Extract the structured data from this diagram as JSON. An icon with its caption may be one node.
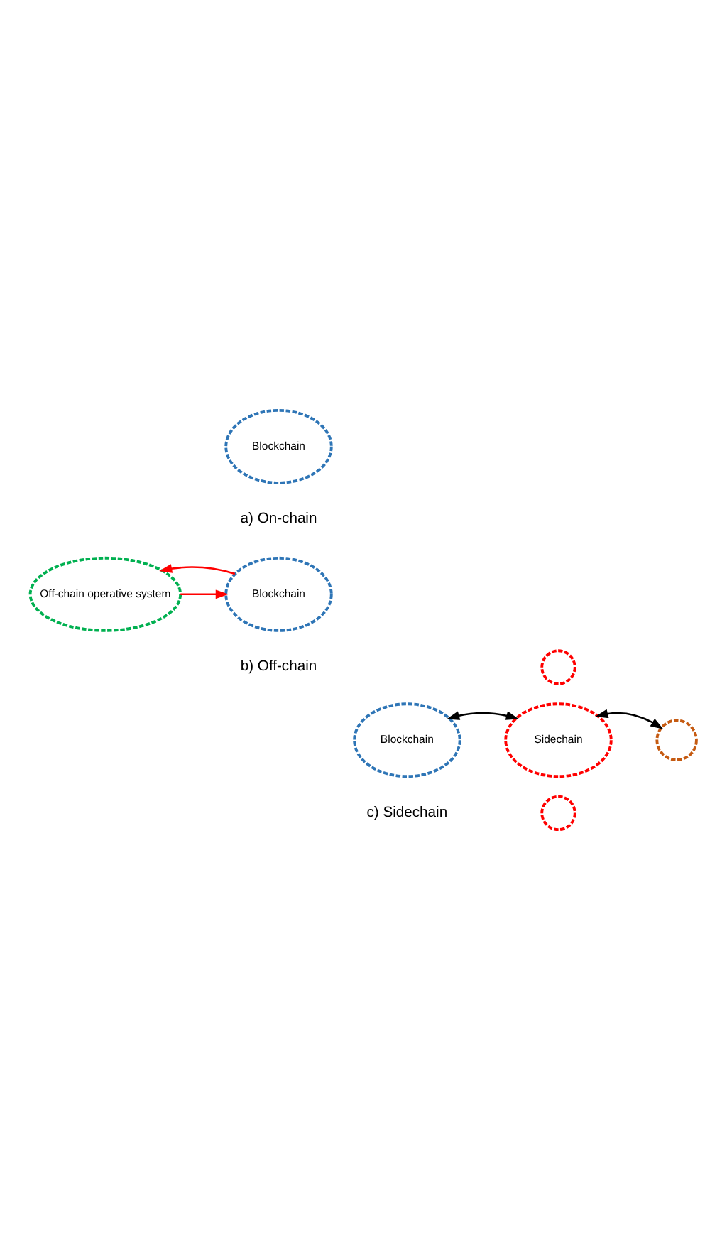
{
  "diagram": {
    "nodes": [
      {
        "text": [
          "Blockchain"
        ]
      },
      {
        "text": [
          "Blockchain"
        ]
      },
      {
        "text": [
          "Off-chain operative system"
        ]
      },
      {
        "text": [
          "Blockchain"
        ]
      },
      {
        "text": [
          "Sidechain"
        ]
      },
      {
        "text": [],
        "shape": "circle"
      },
      {
        "text": [],
        "shape": "circle"
      },
      {
        "text": [],
        "shape": "circle"
      }
    ],
    "edges": [
      {
        "from": 2,
        "to": 1,
        "arrow": "to",
        "color": "#ff0000"
      },
      {
        "from": 1,
        "to": 2,
        "arrow": "to",
        "color": "#ff0000"
      },
      {
        "from": 3,
        "to": 4,
        "arrow": "both",
        "color": "#000000"
      },
      {
        "from": 4,
        "to": 7,
        "arrow": "both",
        "color": "#000000"
      }
    ],
    "labels": [
      "a) On-chain",
      "b) Off-chain",
      "c) Sidechain"
    ]
  }
}
